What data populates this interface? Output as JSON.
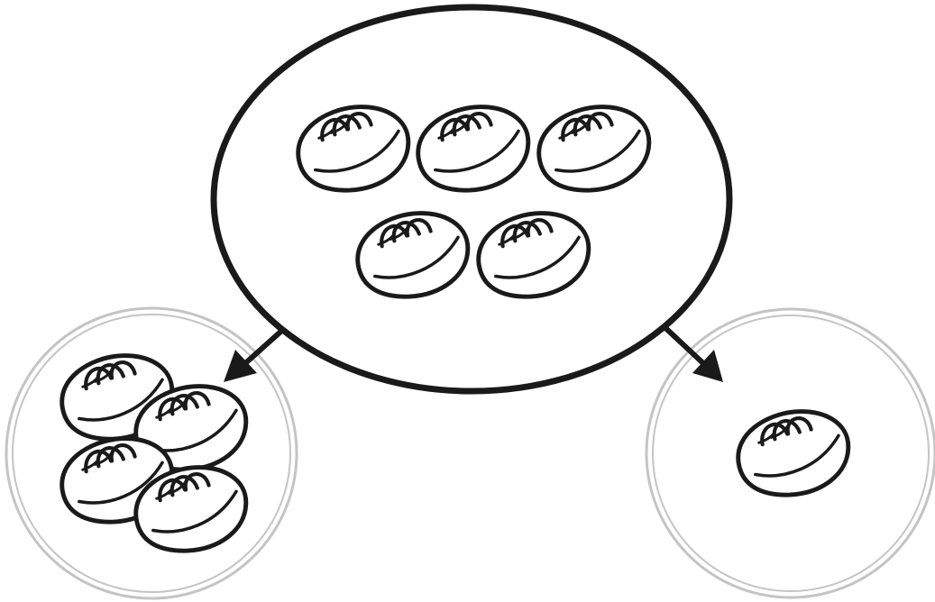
{
  "diagram": {
    "whole_group": {
      "item_icon": "bread-loaf-icon",
      "item_count": 5
    },
    "left_part": {
      "item_icon": "bread-loaf-icon",
      "item_count": 4
    },
    "right_part": {
      "item_icon": "bread-loaf-icon",
      "item_count": 1
    }
  },
  "colors": {
    "background": "#ffffff",
    "outline": "#1a1a1a",
    "part_circle": "#c4c4c4"
  }
}
